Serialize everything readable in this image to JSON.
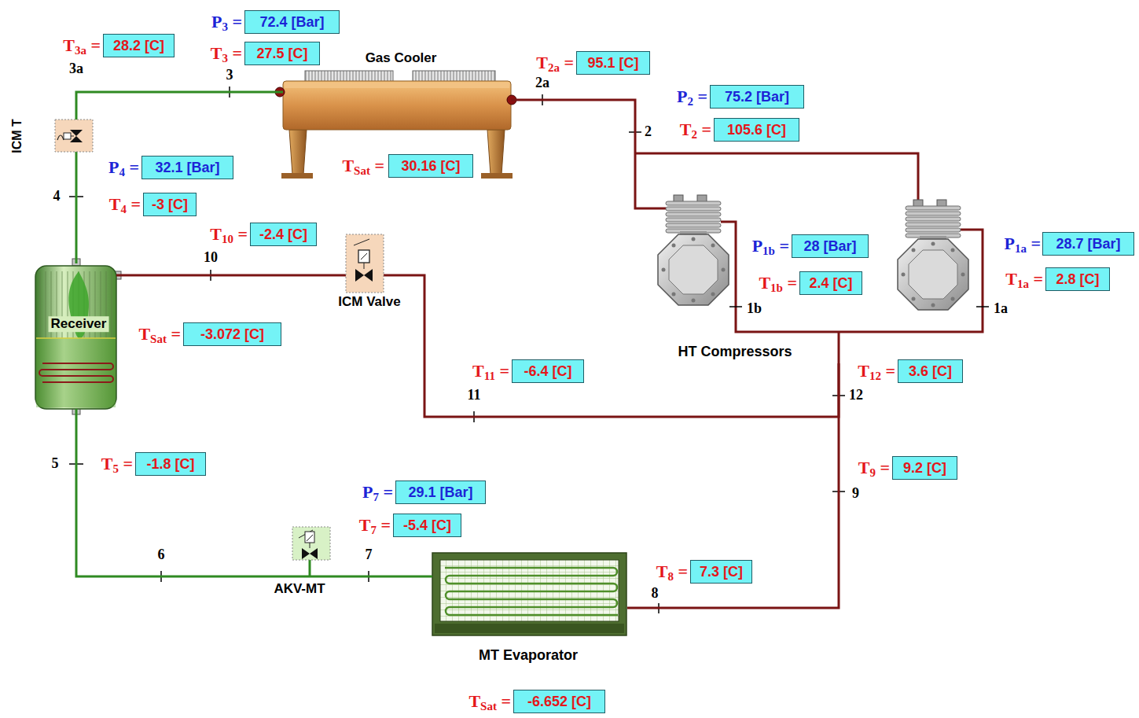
{
  "diagram": {
    "nodes": [
      {
        "text": [
          "72.4 [Bar]"
        ]
      },
      {
        "text": [
          "28.2 [C]"
        ]
      },
      {
        "text": [
          "27.5 [C]"
        ]
      },
      {
        "text": [
          "Gas Cooler"
        ]
      },
      {
        "text": [
          "95.1 [C]"
        ]
      },
      {
        "text": [
          "75.2 [Bar]"
        ]
      },
      {
        "text": [
          "ICM T"
        ]
      },
      {
        "text": [
          "105.6 [C]"
        ]
      },
      {
        "text": [
          "30.16 [C]"
        ]
      },
      {
        "text": [
          "32.1 [Bar]"
        ]
      },
      {
        "text": [
          "-3 [C]"
        ]
      },
      {
        "text": [
          "HT Compressors"
        ]
      },
      {
        "text": [
          "-2.4 [C]"
        ]
      },
      {
        "text": [
          "28.7 [Bar]"
        ]
      },
      {
        "text": [
          "ICM Valve"
        ]
      },
      {
        "text": [
          "28 [Bar]"
        ]
      },
      {
        "text": [
          "Receiver"
        ]
      },
      {
        "text": [
          "2.8 [C]"
        ]
      },
      {
        "text": [
          "2.4 [C]"
        ]
      },
      {
        "text": [
          "-3.072 [C]"
        ]
      },
      {
        "text": [
          "-6.4 [C]"
        ]
      },
      {
        "text": [
          "3.6 [C]"
        ]
      },
      {
        "text": [
          "-1.8 [C]"
        ]
      },
      {
        "text": [
          "9.2 [C]"
        ]
      },
      {
        "text": [
          "29.1 [Bar]"
        ]
      },
      {
        "text": [
          "-5.4 [C]"
        ]
      },
      {
        "text": [
          "AKV-MT"
        ]
      },
      {
        "text": [
          "MT Evaporator"
        ]
      },
      {
        "text": [
          "7.3 [C]"
        ]
      },
      {
        "text": [
          "-6.652 [C]"
        ]
      }
    ],
    "edges": [
      {
        "from": 11,
        "to": 3,
        "arrow": "none"
      },
      {
        "from": 3,
        "to": 6,
        "arrow": "none"
      },
      {
        "from": 6,
        "to": 16,
        "arrow": "none"
      },
      {
        "from": 16,
        "to": 14,
        "arrow": "none"
      },
      {
        "from": 14,
        "to": 11,
        "arrow": "none"
      },
      {
        "from": 16,
        "to": 26,
        "arrow": "none"
      },
      {
        "from": 26,
        "to": 27,
        "arrow": "none"
      },
      {
        "from": 27,
        "to": 11,
        "arrow": "none"
      }
    ],
    "labels": [
      "P3 =",
      "T3a =",
      "T3 =",
      "3a",
      "3",
      "T2a =",
      "2a",
      "P2 =",
      "T2 =",
      "2",
      "TSat =",
      "P4 =",
      "4",
      "T4 =",
      "T10 =",
      "10",
      "P1b =",
      "P1a =",
      "T1b =",
      "T1a =",
      "1b",
      "1a",
      "TSat =",
      "T11 =",
      "11",
      "T12 =",
      "12",
      "5",
      "T5 =",
      "T9 =",
      "9",
      "P7 =",
      "T7 =",
      "6",
      "7",
      "T8 =",
      "8",
      "TSat ="
    ]
  }
}
